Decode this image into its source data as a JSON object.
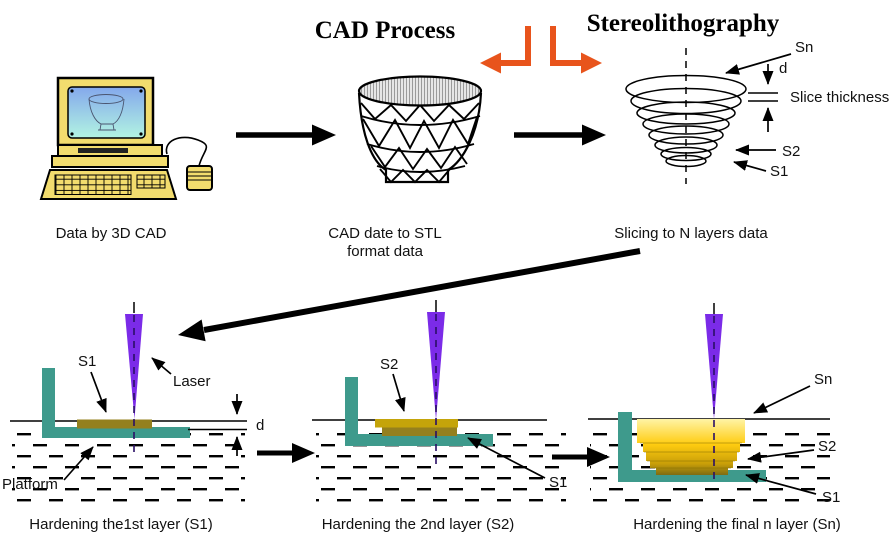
{
  "titles": {
    "cad_process": "CAD Process",
    "stereolithography": "Stereolithography"
  },
  "top_row": {
    "step1_caption": "Data by 3D CAD",
    "step2_caption_line1": "CAD date to STL",
    "step2_caption_line2": "format data",
    "step3_caption": "Slicing to N layers data"
  },
  "cone_labels": {
    "sn": "Sn",
    "d": "d",
    "slice_thickness": "Slice thickness",
    "s2": "S2",
    "s1": "S1"
  },
  "bottom_row": {
    "diagram1": {
      "s1": "S1",
      "laser": "Laser",
      "platform": "Platform",
      "d": "d",
      "caption": "Hardening the1st layer (S1)"
    },
    "diagram2": {
      "s2": "S2",
      "s1": "S1",
      "caption": "Hardening the 2nd layer (S2)"
    },
    "diagram3": {
      "sn": "Sn",
      "s2": "S2",
      "s1": "S1",
      "caption": "Hardening the final n layer (Sn)"
    }
  },
  "colors": {
    "orange_arrow": "#E8541C",
    "laser_purple": "#7B2BE8",
    "laser_dash": "#2A0E66",
    "platform_teal": "#3E9A8C",
    "layer_olive": "#94801E",
    "layer_gold": "#C4A40A",
    "stack_top": "#FFF4A6",
    "stack_mid": "#FFCC10",
    "stack_mid2": "#C89E08",
    "stack_bottom": "#7E6C12",
    "computer_yellow": "#F2DC6E",
    "screen_blue_top": "#84A8EC",
    "screen_cyan_bottom": "#B2F4E2",
    "black": "#000000"
  }
}
